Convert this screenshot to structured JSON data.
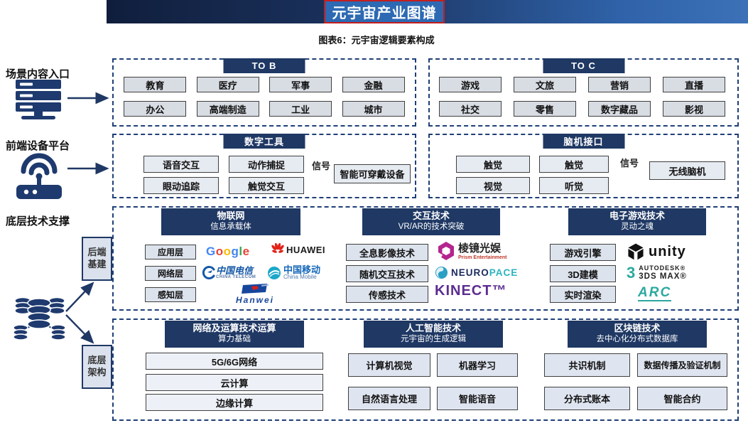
{
  "banner": {
    "title": "元宇宙产业图谱"
  },
  "caption": "图表6：元宇宙逻辑要素构成",
  "side": {
    "scene_entry": "场景内容入口",
    "frontend_platform": "前端设备平台",
    "base_tech": "底层技术支撑",
    "backend_infra": [
      "后端",
      "基建"
    ],
    "bottom_arch": [
      "底层",
      "架构"
    ]
  },
  "to_b": {
    "header": "TO B",
    "items": [
      "教育",
      "医疗",
      "军事",
      "金融",
      "办公",
      "高端制造",
      "工业",
      "城市"
    ]
  },
  "to_c": {
    "header": "TO C",
    "items": [
      "游戏",
      "文旅",
      "营销",
      "直播",
      "社交",
      "零售",
      "数字藏品",
      "影视"
    ]
  },
  "digital_tools": {
    "header": "数字工具",
    "items": [
      "语音交互",
      "动作捕捉",
      "眼动追踪",
      "触觉交互"
    ],
    "signal": "信号",
    "device": "智能可穿戴设备"
  },
  "bci": {
    "header": "脑机接口",
    "items": [
      "触觉",
      "触觉",
      "视觉",
      "听觉"
    ],
    "signal": "信号",
    "device": "无线脑机"
  },
  "iot": {
    "header": "物联网",
    "subheader": "信息承载体",
    "items": [
      "应用层",
      "网络层",
      "感知层"
    ]
  },
  "interaction": {
    "header": "交互技术",
    "subheader": "VR/AR的技术突破",
    "items": [
      "全息影像技术",
      "随机交互技术",
      "传感技术"
    ]
  },
  "game_tech": {
    "header": "电子游戏技术",
    "subheader": "灵动之魂",
    "items": [
      "游戏引擎",
      "3D建模",
      "实时渲染"
    ]
  },
  "network": {
    "header": "网络及运算技术运算",
    "subheader": "算力基础",
    "items": [
      "5G/6G网络",
      "云计算",
      "边缘计算"
    ]
  },
  "ai": {
    "header": "人工智能技术",
    "subheader": "元宇宙的生成逻辑",
    "items": [
      "计算机视觉",
      "机器学习",
      "自然语言处理",
      "智能语音"
    ]
  },
  "blockchain": {
    "header": "区块链技术",
    "subheader": "去中心化分布式数据库",
    "items": [
      "共识机制",
      "数据传播及验证机制",
      "分布式账本",
      "智能合约"
    ]
  },
  "logos": {
    "google": [
      "G",
      "o",
      "o",
      "g",
      "l",
      "e"
    ],
    "huawei": "HUAWEI",
    "china_telecom_cn": "中国电信",
    "china_telecom_en": "CHINA TELECOM",
    "china_mobile_cn": "中国移动",
    "china_mobile_en": "China Mobile",
    "hanwei": "Hanwei",
    "prism_cn": "棱镜光娱",
    "prism_en": "Prism Entertainment",
    "neuro": "NEURO",
    "pace": "PACE",
    "kinect": "KINECT™",
    "unity": "unity",
    "autodesk_num": "3",
    "autodesk_brand": "AUTODESK®",
    "autodesk_product": "3DS MAX®",
    "arc": "ARC"
  },
  "colors": {
    "header_navy": "#1f3864",
    "dashed_border": "#1f3f77",
    "banner_dark": "#101e3c",
    "banner_light": "#3c71b8",
    "title_fill": "#2d6ab3",
    "title_border": "#c41e1e",
    "cell_fill": "#d8dce3",
    "icon_navy": "#1e3a6e",
    "kinect_purple": "#5c2d91",
    "teal": "#2ba8a0"
  }
}
